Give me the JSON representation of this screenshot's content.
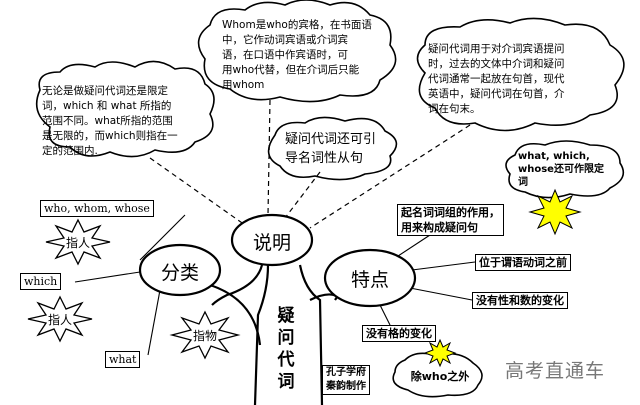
{
  "center": {
    "label": "说明",
    "trunk": "疑问代词"
  },
  "classification": {
    "label": "分类",
    "boxes": [
      "who, whom, whose",
      "which",
      "what"
    ],
    "stars": [
      "指人",
      "指人",
      "指物"
    ]
  },
  "features": {
    "label": "特点",
    "boxes": [
      "起名词词组的作用，",
      "用来构成疑问句",
      "位于谓语动词之前",
      "没有性和数的变化",
      "没有格的变化"
    ],
    "exception": "除who之外"
  },
  "clouds": {
    "left": [
      "无论是做疑问代词还是限定",
      "词，which 和 what 所指的",
      "范围不同。what所指的范围",
      "是无限的，而which则指在一",
      "定的范围内."
    ],
    "top": [
      "Whom是who的宾格，在书面语",
      "中，它作动词宾语或介词宾",
      "语，在口语中作宾语时，可",
      "用who代替，但在介词后只能",
      "用whom"
    ],
    "right": [
      "疑问代词用于对介词宾语提问",
      "时，过去的文体中介词和疑问",
      "代词通常一起放在句首，现代",
      "英语中，疑问代词在句首，介",
      "词在句末。"
    ],
    "middle": [
      "疑问代词还可引",
      "导名词性从句"
    ],
    "small": [
      "what, which,",
      "whose还可作限定",
      "词"
    ]
  },
  "credit": [
    "孔子学府",
    "秦韵制作"
  ],
  "watermark": "高考直通车",
  "colors": {
    "star_yellow": "#ffff00",
    "watermark": "#777777"
  }
}
